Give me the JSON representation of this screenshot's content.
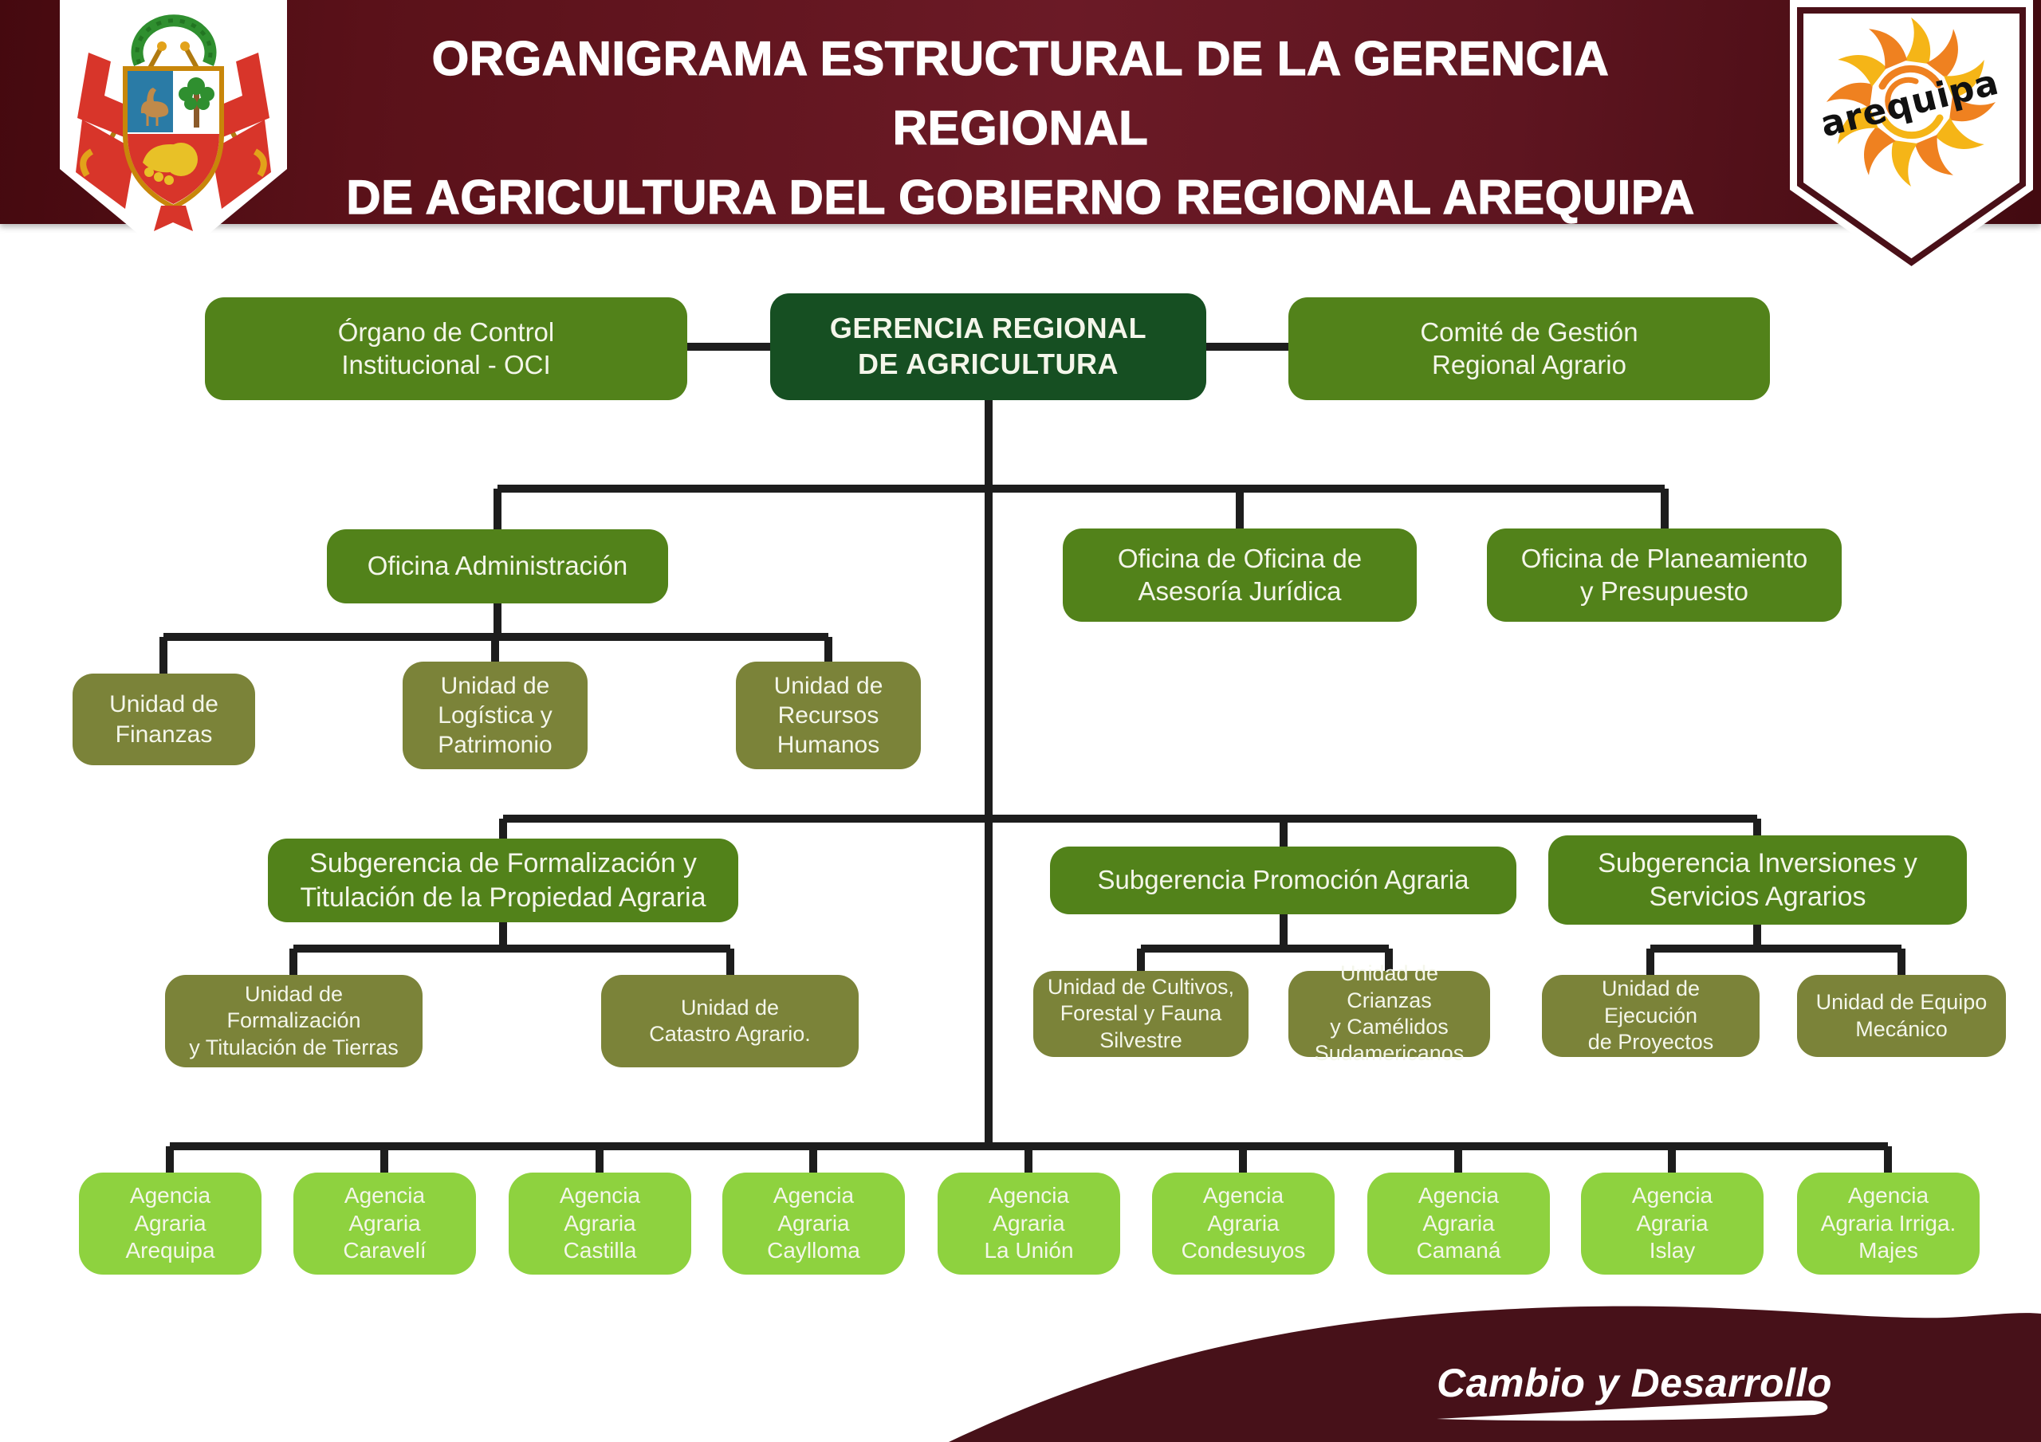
{
  "header": {
    "title_line1": "ORGANIGRAMA ESTRUCTURAL DE LA GERENCIA REGIONAL",
    "title_line2": "DE AGRICULTURA DEL GOBIERNO REGIONAL AREQUIPA",
    "arequipa_logo_text": "arequipa"
  },
  "org": {
    "nodes": {
      "gerencia": {
        "label": "GERENCIA REGIONAL\nDE AGRICULTURA"
      },
      "oci": {
        "label": "Órgano de Control\nInstitucional - OCI"
      },
      "comite": {
        "label": "Comité de Gestión\nRegional Agrario"
      },
      "of_admin": {
        "label": "Oficina Administración"
      },
      "of_juridica": {
        "label": "Oficina de Oficina de\nAsesoría Jurídica"
      },
      "of_planeamiento": {
        "label": "Oficina de Planeamiento\ny Presupuesto"
      },
      "u_finanzas": {
        "label": "Unidad de\nFinanzas"
      },
      "u_logistica": {
        "label": "Unidad de\nLogística y\nPatrimonio"
      },
      "u_rrhh": {
        "label": "Unidad de\nRecursos\nHumanos"
      },
      "sg_formalizacion": {
        "label": "Subgerencia de Formalización y\nTitulación de la Propiedad Agraria"
      },
      "sg_promocion": {
        "label": "Subgerencia Promoción Agraria"
      },
      "sg_inversiones": {
        "label": "Subgerencia Inversiones y\nServicios Agrarios"
      },
      "u_formalizacion": {
        "label": "Unidad de Formalización\ny Titulación de Tierras"
      },
      "u_catastro": {
        "label": "Unidad de\nCatastro Agrario."
      },
      "u_cultivos": {
        "label": "Unidad de Cultivos,\nForestal y Fauna\nSilvestre"
      },
      "u_crianzas": {
        "label": "Unidad de Crianzas\ny Camélidos\nSudamericanos"
      },
      "u_ejecucion": {
        "label": "Unidad de Ejecución\nde Proyectos"
      },
      "u_equipo": {
        "label": "Unidad de Equipo\nMecánico"
      }
    },
    "agencies": [
      "Agencia\nAgraria\nArequipa",
      "Agencia\nAgraria\nCaravelí",
      "Agencia\nAgraria\nCastilla",
      "Agencia\nAgraria\nCaylloma",
      "Agencia\nAgraria\nLa Unión",
      "Agencia\nAgraria\nCondesuyos",
      "Agencia\nAgraria\nCamaná",
      "Agencia\nAgraria\nIslay",
      "Agencia\nAgraria Irriga.\nMajes"
    ]
  },
  "footer": {
    "slogan": "Cambio y Desarrollo"
  },
  "colors": {
    "header_maroon": "#5e1520",
    "footer_maroon": "#471119",
    "dark_green": "#164f22",
    "green": "#52821a",
    "olive": "#7b8339",
    "lime": "#8ed23f",
    "connector": "#1d1d1d",
    "sun_orange": "#ef8120",
    "sun_yellow": "#f5b517"
  }
}
